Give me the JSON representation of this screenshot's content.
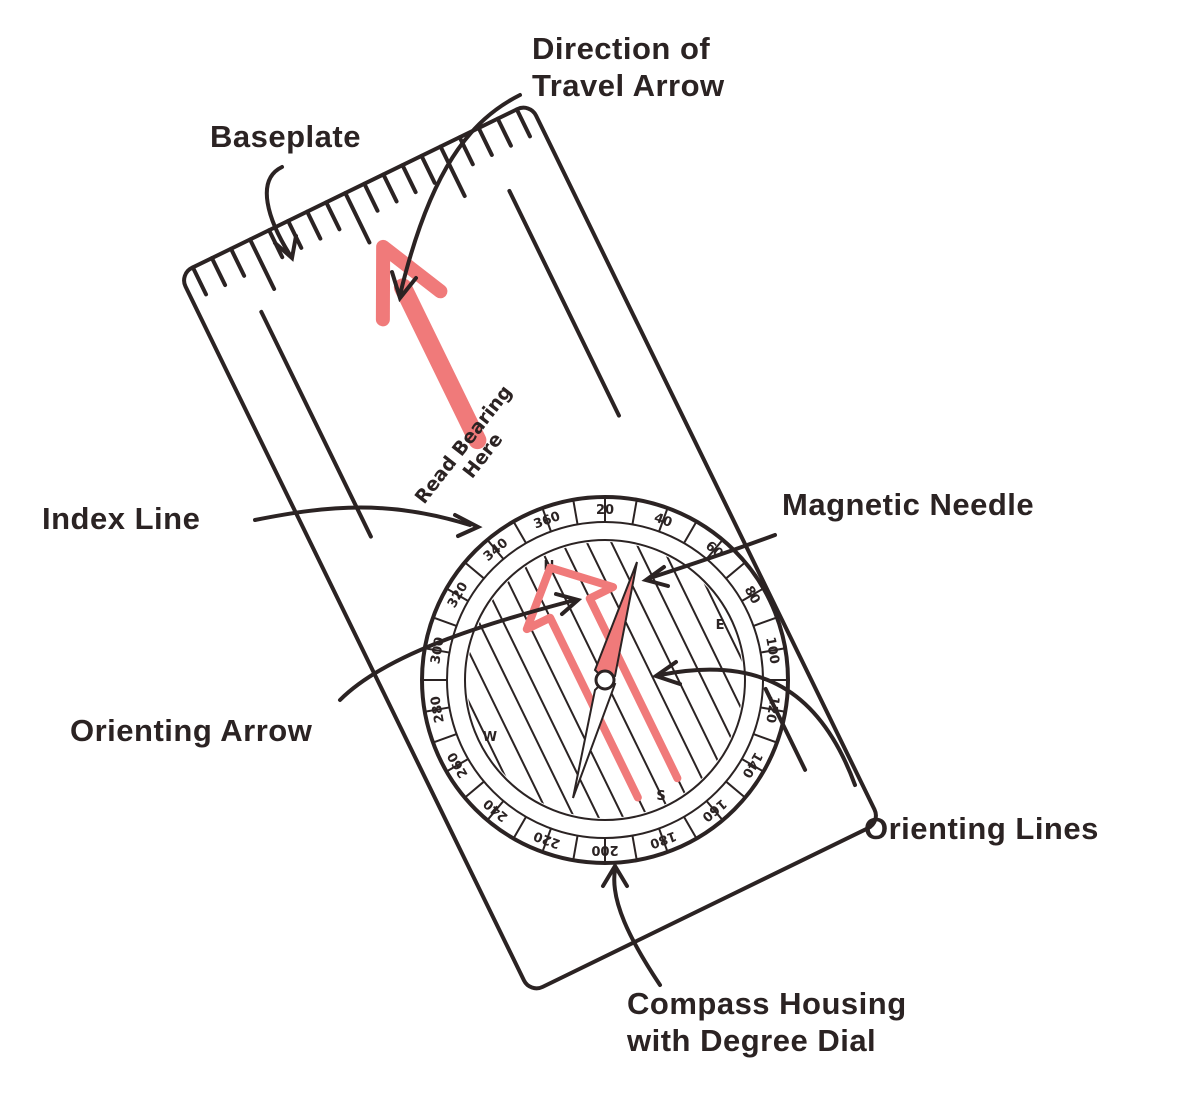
{
  "labels": {
    "direction_of_travel": [
      "Direction of",
      "Travel Arrow"
    ],
    "baseplate": "Baseplate",
    "index_line": "Index Line",
    "magnetic_needle": "Magnetic Needle",
    "orienting_arrow": "Orienting Arrow",
    "orienting_lines": "Orienting Lines",
    "compass_housing": [
      "Compass Housing",
      "with Degree Dial"
    ]
  },
  "read_bearing": [
    "Read Bearing",
    "Here"
  ],
  "dial": {
    "degrees": [
      "20",
      "40",
      "60",
      "80",
      "100",
      "120",
      "140",
      "160",
      "180",
      "200",
      "220",
      "240",
      "260",
      "280",
      "300",
      "320",
      "340",
      "360"
    ],
    "cardinals": [
      "N",
      "E",
      "S",
      "W"
    ]
  },
  "colors": {
    "ink": "#2b2323",
    "accent_red": "#f07a7a",
    "background": "#ffffff"
  }
}
